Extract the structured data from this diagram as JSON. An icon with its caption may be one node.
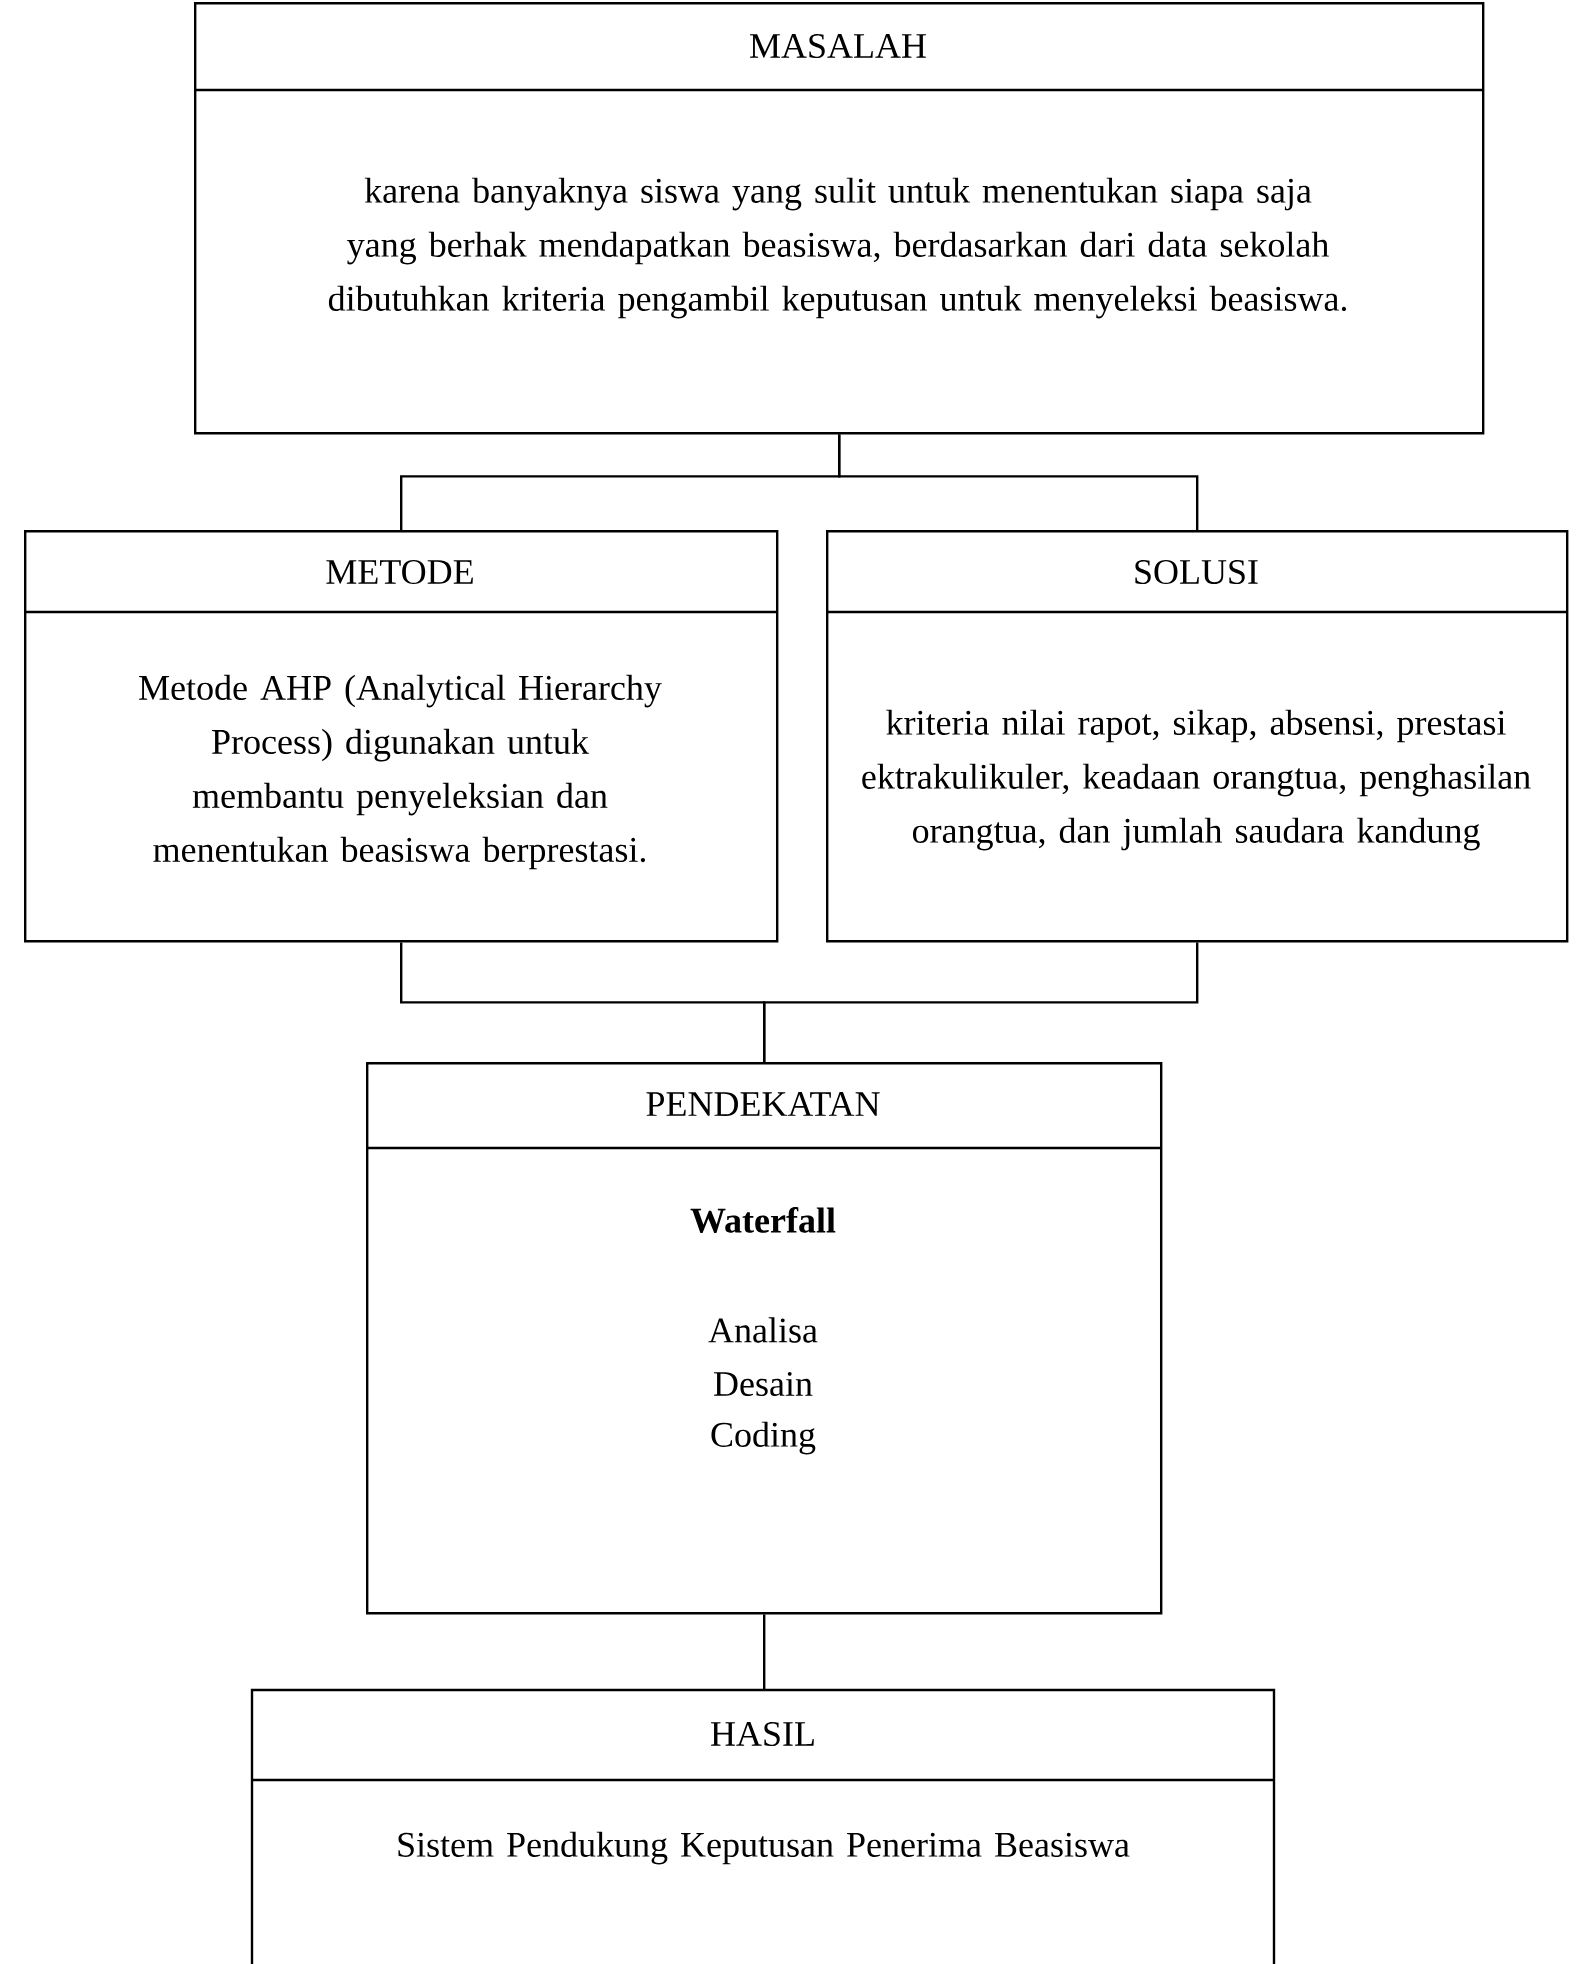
{
  "diagram": {
    "nodes": [
      {
        "text": [
          "MASALAH",
          "karena banyaknya siswa yang sulit untuk menentukan siapa saja yang berhak mendapatkan beasiswa, berdasarkan dari data sekolah dibutuhkan kriteria pengambil keputusan untuk menyeleksi beasiswa."
        ]
      },
      {
        "text": [
          "METODE",
          "Metode AHP (Analytical Hierarchy Process) digunakan untuk membantu penyeleksian dan menentukan beasiswa berprestasi."
        ]
      },
      {
        "text": [
          "SOLUSI",
          "kriteria nilai rapot, sikap, absensi, prestasi ektrakulikuler, keadaan orangtua, penghasilan orangtua, dan jumlah saudara kandung"
        ]
      },
      {
        "text": [
          "PENDEKATAN",
          "Waterfall",
          "Analisa",
          "Desain",
          "Coding"
        ]
      },
      {
        "text": [
          "HASIL",
          "Sistem Pendukung Keputusan Penerima Beasiswa"
        ]
      }
    ],
    "edges": [
      {
        "from": 0,
        "to": 1,
        "arrow": "none"
      },
      {
        "from": 0,
        "to": 2,
        "arrow": "none"
      },
      {
        "from": 1,
        "to": 3,
        "arrow": "none"
      },
      {
        "from": 2,
        "to": 3,
        "arrow": "none"
      },
      {
        "from": 3,
        "to": 4,
        "arrow": "none"
      }
    ]
  }
}
